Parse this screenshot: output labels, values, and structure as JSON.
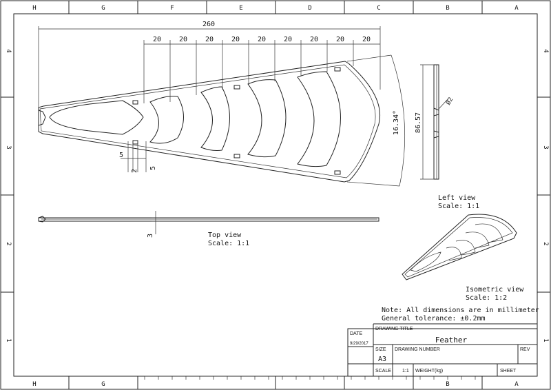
{
  "frame": {
    "columns": [
      "H",
      "G",
      "F",
      "E",
      "D",
      "C",
      "B",
      "A"
    ],
    "rows": [
      "4",
      "3",
      "2",
      "1"
    ]
  },
  "dimensions": {
    "overall": "260",
    "segments": [
      "20",
      "20",
      "20",
      "20",
      "20",
      "20",
      "20",
      "20",
      "20"
    ],
    "width": "16.34°",
    "left_view_height": "86.57",
    "hole_dia": "Ø2",
    "small_a": "5",
    "small_b": "2",
    "small_c": "5",
    "thickness": "3"
  },
  "views": {
    "top_view_label": "Top view",
    "top_view_scale": "Scale:  1:1",
    "left_view_label": "Left view",
    "left_view_scale": "Scale:  1:1",
    "iso_view_label": "Isometric view",
    "iso_view_scale": "Scale:  1:2"
  },
  "notes": {
    "line1": "Note: All dimensions are in millimeter",
    "line2": "General tolerance: ±0.2mm"
  },
  "title_block": {
    "date_label": "DATE",
    "date_value": "9/29/2017",
    "drawing_title_label": "DRAWING TITLE",
    "drawing_title": "Feather",
    "size_label": "SIZE",
    "size_value": "A3",
    "drawing_number_label": "DRAWING NUMBER",
    "rev_label": "REV",
    "scale_label": "SCALE",
    "scale_value": "1:1",
    "weight_label": "WEIGHT(kg)",
    "sheet_label": "SHEET"
  }
}
